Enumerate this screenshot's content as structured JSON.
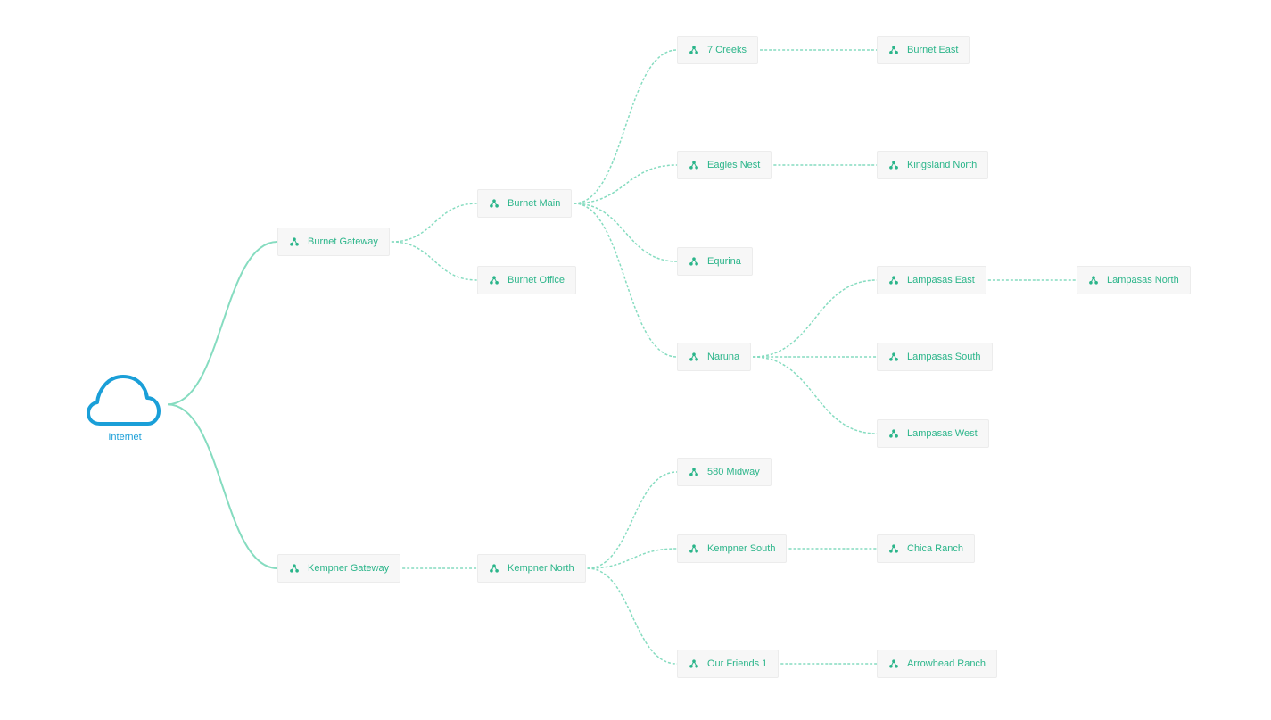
{
  "colors": {
    "node_text": "#2bb58a",
    "link": "#86dcc0",
    "cloud": "#1a9fd8",
    "node_bg": "#f7f7f7",
    "node_border": "#ececec"
  },
  "root": {
    "label": "Internet",
    "icon": "cloud-icon"
  },
  "nodes": [
    {
      "id": "burnet-gateway",
      "label": "Burnet Gateway",
      "icon": "network-node-icon"
    },
    {
      "id": "kempner-gateway",
      "label": "Kempner Gateway",
      "icon": "network-node-icon"
    },
    {
      "id": "burnet-main",
      "label": "Burnet Main",
      "icon": "network-node-icon"
    },
    {
      "id": "burnet-office",
      "label": "Burnet Office",
      "icon": "network-node-icon"
    },
    {
      "id": "kempner-north",
      "label": "Kempner North",
      "icon": "network-node-icon"
    },
    {
      "id": "7-creeks",
      "label": "7 Creeks",
      "icon": "network-node-icon"
    },
    {
      "id": "eagles-nest",
      "label": "Eagles Nest",
      "icon": "network-node-icon"
    },
    {
      "id": "equrina",
      "label": "Equrina",
      "icon": "network-node-icon"
    },
    {
      "id": "naruna",
      "label": "Naruna",
      "icon": "network-node-icon"
    },
    {
      "id": "580-midway",
      "label": "580 Midway",
      "icon": "network-node-icon"
    },
    {
      "id": "kempner-south",
      "label": "Kempner South",
      "icon": "network-node-icon"
    },
    {
      "id": "our-friends-1",
      "label": "Our Friends 1",
      "icon": "network-node-icon"
    },
    {
      "id": "burnet-east",
      "label": "Burnet East",
      "icon": "network-node-icon"
    },
    {
      "id": "kingsland-north",
      "label": "Kingsland North",
      "icon": "network-node-icon"
    },
    {
      "id": "lampasas-east",
      "label": "Lampasas East",
      "icon": "network-node-icon"
    },
    {
      "id": "lampasas-south",
      "label": "Lampasas South",
      "icon": "network-node-icon"
    },
    {
      "id": "lampasas-west",
      "label": "Lampasas West",
      "icon": "network-node-icon"
    },
    {
      "id": "chica-ranch",
      "label": "Chica Ranch",
      "icon": "network-node-icon"
    },
    {
      "id": "arrowhead-ranch",
      "label": "Arrowhead Ranch",
      "icon": "network-node-icon"
    },
    {
      "id": "lampasas-north",
      "label": "Lampasas North",
      "icon": "network-node-icon"
    }
  ],
  "links": [
    {
      "from": "internet",
      "to": "burnet-gateway",
      "style": "solid"
    },
    {
      "from": "internet",
      "to": "kempner-gateway",
      "style": "solid"
    },
    {
      "from": "burnet-gateway",
      "to": "burnet-main",
      "style": "dashed"
    },
    {
      "from": "burnet-gateway",
      "to": "burnet-office",
      "style": "dashed"
    },
    {
      "from": "kempner-gateway",
      "to": "kempner-north",
      "style": "dashed"
    },
    {
      "from": "burnet-main",
      "to": "7-creeks",
      "style": "dashed"
    },
    {
      "from": "burnet-main",
      "to": "eagles-nest",
      "style": "dashed"
    },
    {
      "from": "burnet-main",
      "to": "equrina",
      "style": "dashed"
    },
    {
      "from": "burnet-main",
      "to": "naruna",
      "style": "dashed"
    },
    {
      "from": "kempner-north",
      "to": "580-midway",
      "style": "dashed"
    },
    {
      "from": "kempner-north",
      "to": "kempner-south",
      "style": "dashed"
    },
    {
      "from": "kempner-north",
      "to": "our-friends-1",
      "style": "dashed"
    },
    {
      "from": "7-creeks",
      "to": "burnet-east",
      "style": "dashed"
    },
    {
      "from": "eagles-nest",
      "to": "kingsland-north",
      "style": "dashed"
    },
    {
      "from": "naruna",
      "to": "lampasas-east",
      "style": "dashed"
    },
    {
      "from": "naruna",
      "to": "lampasas-south",
      "style": "dashed"
    },
    {
      "from": "naruna",
      "to": "lampasas-west",
      "style": "dashed"
    },
    {
      "from": "kempner-south",
      "to": "chica-ranch",
      "style": "dashed"
    },
    {
      "from": "our-friends-1",
      "to": "arrowhead-ranch",
      "style": "dashed"
    },
    {
      "from": "lampasas-east",
      "to": "lampasas-north",
      "style": "dashed"
    }
  ]
}
